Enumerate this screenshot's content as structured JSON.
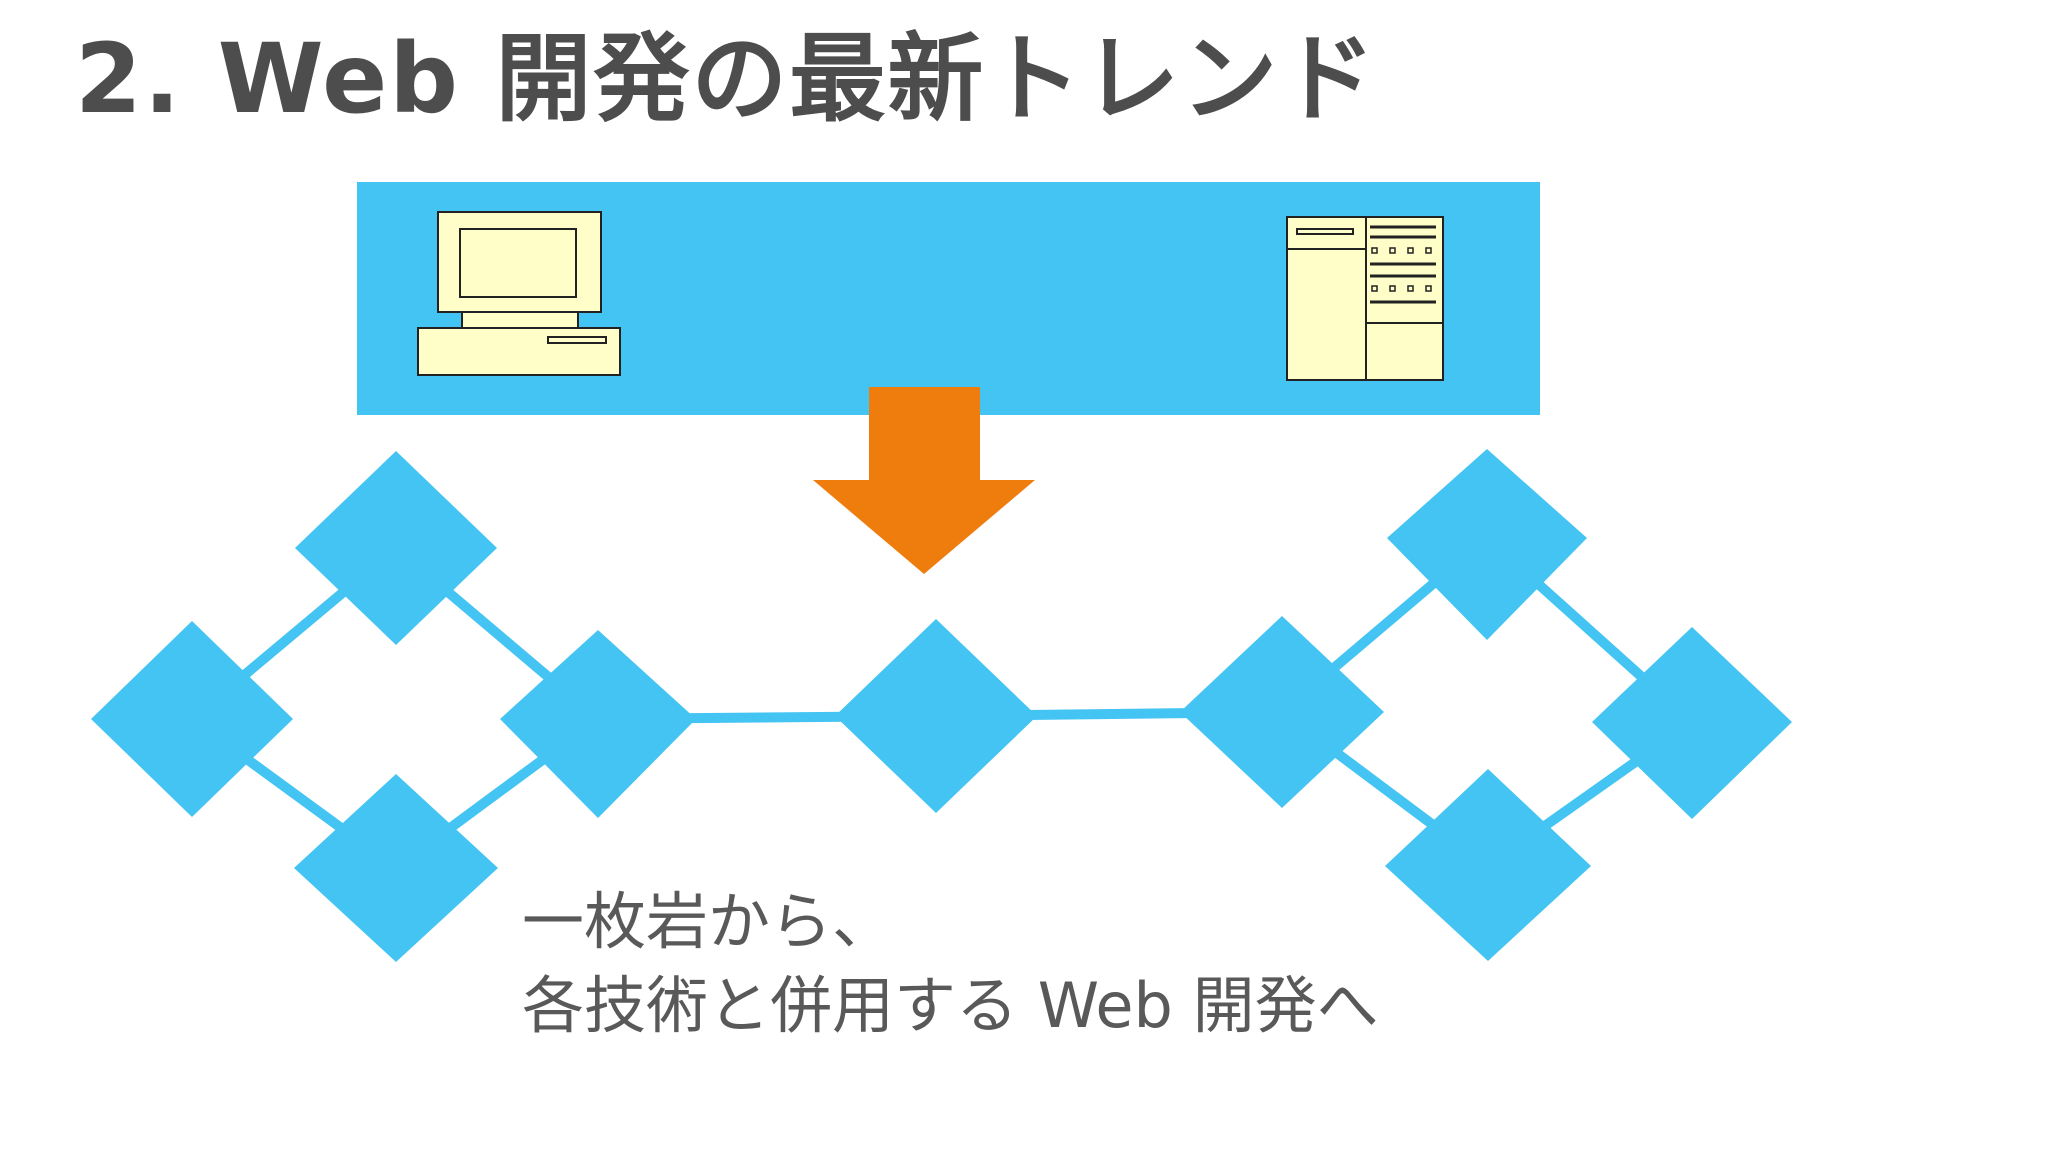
{
  "slide": {
    "title": "2.  Web 開発の最新トレンド",
    "caption": {
      "line1": "一枚岩から、",
      "line2": "各技術と併用する Web 開発へ"
    }
  },
  "colors": {
    "title_text": "#4d4d4d",
    "caption_text": "#595959",
    "monolith_block": "#44c4f2",
    "network_node": "#44c4f2",
    "arrow": "#ef7d0e",
    "device_fill": "#fffdc8",
    "device_stroke": "#222222"
  },
  "icons": {
    "client": "desktop-computer-icon",
    "server": "server-rack-icon",
    "arrow": "down-arrow-icon"
  }
}
